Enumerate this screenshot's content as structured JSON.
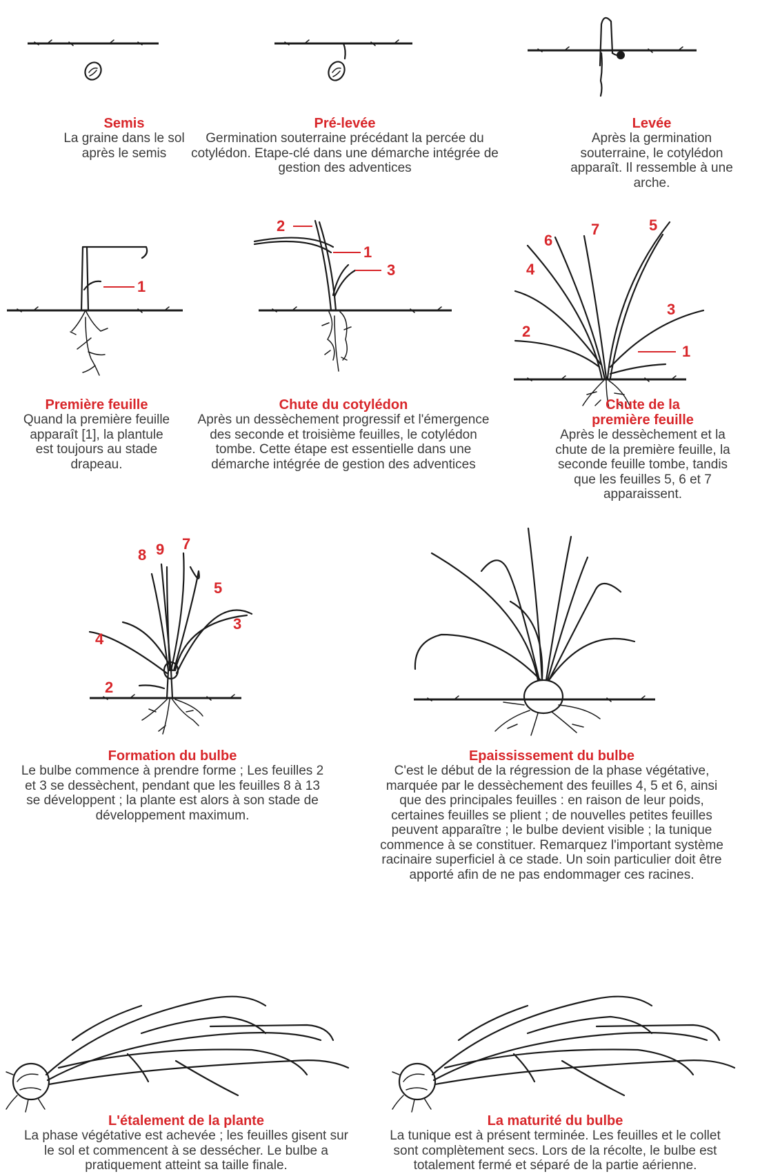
{
  "stages": [
    {
      "title": "Semis",
      "desc": "La graine dans le sol après le semis"
    },
    {
      "title": "Pré-levée",
      "desc": "Germination souterraine précédant la percée du cotylédon. Etape-clé dans une démarche intégrée de gestion des adventices"
    },
    {
      "title": "Levée",
      "desc": "Après la germination souterraine, le cotylédon apparaît. Il ressemble à une arche."
    },
    {
      "title": "Première feuille",
      "desc": "Quand la première feuille apparaît [1], la plantule est toujours au stade drapeau."
    },
    {
      "title": "Chute du cotylédon",
      "desc": "Après un dessèchement progressif et l'émergence des seconde et troisième feuilles, le cotylédon tombe. Cette étape est essentielle dans une démarche intégrée de gestion des adventices"
    },
    {
      "title": "Chute de la première feuille",
      "desc": "Après le dessèchement et la chute de la première feuille, la seconde feuille tombe, tandis que les feuilles 5, 6 et 7 apparaissent."
    },
    {
      "title": "Formation du bulbe",
      "desc": "Le bulbe commence à prendre forme ; Les feuilles 2 et 3 se dessèchent, pendant que les feuilles 8 à 13 se développent ; la plante est alors à son stade de développement maximum."
    },
    {
      "title": "Epaississement du bulbe",
      "desc": "C'est le début de la régression de la phase végétative, marquée par le dessèchement des feuilles 4, 5 et 6, ainsi que des principales feuilles : en raison de leur poids, certaines feuilles se plient ; de nouvelles petites feuilles peuvent apparaître ; le bulbe devient visible ; la tunique commence à se constituer. Remarquez l'important système racinaire superficiel à ce stade. Un soin particulier doit être apporté afin de ne pas endommager ces racines."
    },
    {
      "title": "L'étalement de la plante",
      "desc": "La phase végétative est achevée ; les feuilles gisent sur le sol et commencent à se dessécher. Le bulbe a pratiquement atteint sa taille finale."
    },
    {
      "title": "La maturité du bulbe",
      "desc": "La tunique est à présent terminée. Les feuilles et le collet sont complètement secs. Lors de la récolte, le bulbe est totalement fermé et séparé de la partie aérienne."
    }
  ],
  "leaf_numbers": {
    "premiere_feuille": [
      "1"
    ],
    "chute_cotyledon": [
      "2",
      "1",
      "3"
    ],
    "chute_premiere_feuille": [
      "7",
      "5",
      "6",
      "4",
      "3",
      "2",
      "1"
    ],
    "formation_bulbe": [
      "8",
      "9",
      "7",
      "5",
      "3",
      "4",
      "2"
    ]
  },
  "colors": {
    "title": "#d8262a",
    "text": "#3a3a3a",
    "drawing": "#1a1a1a"
  }
}
